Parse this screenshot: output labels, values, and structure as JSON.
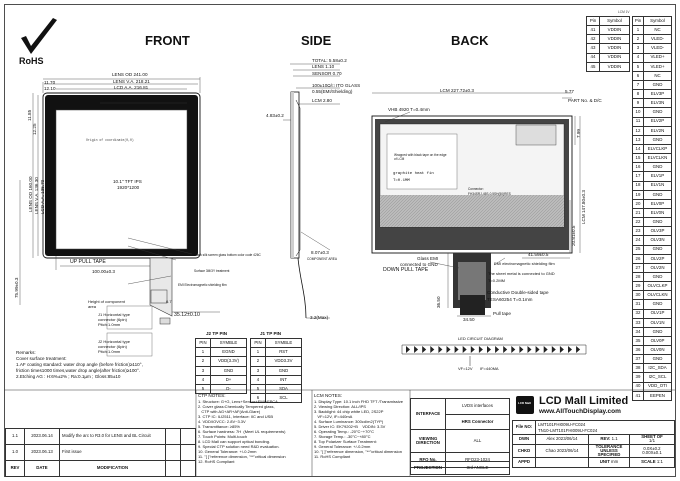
{
  "logo": {
    "text": "RoHS"
  },
  "views": {
    "front": "FRONT",
    "side": "SIDE",
    "back": "BACK"
  },
  "front": {
    "lens_od": "LENS OD 241.00",
    "lens_va": "LENS V.A. 218.21",
    "lcd_aa": "LCD A.A. 216.81",
    "d_11_70": "11.70",
    "d_12_10": "12.10",
    "d_120_51": "120.51",
    "d_11_85": "11.85",
    "d_12_25": "12.25",
    "lens_od_v": "LENS OD 160.00",
    "lens_va_v": "LENS V.A. 136.30",
    "lcd_aa_v": "LCD A.A. 135.70",
    "d_75_99": "75.99±0.3",
    "origin": "Origin of coordinate(0,0)",
    "display_size": "10.1\" TFT IPS",
    "resolution": "1920*1200",
    "ink_note": "Black silk screen glass bottom color code 426C",
    "tape_note": "Surface 3M/3Y treatment",
    "shield_note": "EMI Electromagnetic shielding film",
    "up_pull_tape": "UP PULL TAPE",
    "d_100": "100.00±0.3",
    "comp_height": "Height of component area",
    "comp_height_val": "0.7",
    "fpc1": "J1 Horizontal type connector (6pin) Pitch:1.0mm",
    "fpc2": "J2 Horizontal type connector (6pin) Pitch:1.0mm",
    "d_35": "35.12±0.10"
  },
  "side": {
    "total": "TOTAL: 5.58±0.2",
    "lens": "LENS 1.10",
    "sensor": "SENSOR 0.70",
    "ito": "100±10Ω/□ ITO GLASS",
    "shield": "0.55(EMI/Shielding)",
    "lcm": "LCM 2.80",
    "d_4_83": "4.83±0.2",
    "d_8_07": "8.07±0.3",
    "component": "COMPONENT AREA",
    "d_3_2": "3.2(Max)"
  },
  "back": {
    "lcm": "LCM 227.72±0.3",
    "d_5_77": "5.77",
    "partno": "PART No. & D/C",
    "vhb": "VHB 4920 T=0.4mm",
    "d_7_99": "7.99",
    "d_147": "LCM 147.80±0.3",
    "d_20_81": "20.81±0.5",
    "graphite": "graphite heat fin",
    "graphite_t": "T=0.1MM",
    "conn_note": "Connector:",
    "conn_pn": "FH34SRJ-45S-0.5SH(50)RES",
    "black_tape": "Wrapped with black tape on the edge of LCM",
    "glass_emi": "Glass EMI",
    "connected_gnd": "connected to GND",
    "d_41_59": "41.59±0.5",
    "emi_film": "EMI electromagnetic shielding film",
    "down_pull": "DOWN PULL TAPE",
    "sheet_metal": "The sheet metal is connected to GND",
    "sheet_t": "T=0.2MM",
    "cond_tape": "Conductive Double-sided tape",
    "tesa": "TESA60254 T=0.1mm",
    "d_36_50": "36.50",
    "d_34_50": "34.50",
    "pull_tape": "Pull tape"
  },
  "led": {
    "title": "LED CIRCUIT DIAGRAM",
    "vf": "VF=12V",
    "if": "IF=440MA"
  },
  "j2": {
    "title": "J2 TP PIN",
    "headers": [
      "PIN",
      "SYMBLE"
    ],
    "rows": [
      [
        "1",
        "EGND"
      ],
      [
        "2",
        "VDD(3.3V)"
      ],
      [
        "3",
        "GND"
      ],
      [
        "4",
        "D+"
      ],
      [
        "5",
        "D-"
      ]
    ]
  },
  "j1": {
    "title": "J1 TP PIN",
    "headers": [
      "PIN",
      "SYMBLE"
    ],
    "rows": [
      [
        "1",
        "RST"
      ],
      [
        "2",
        "VDD3.3V"
      ],
      [
        "3",
        "GND"
      ],
      [
        "4",
        "INT"
      ],
      [
        "5",
        "SDA"
      ],
      [
        "6",
        "SCL"
      ]
    ]
  },
  "remarks": {
    "title": "Remarks:",
    "lines": [
      "Cover surface treatment:",
      "1.AF coating standard: water drop angle (before friction)≥110°,",
      "  friction times1000 times,water drop angle(after friction)≥100°.",
      "2.Etching AG : H:6%±2% ; Ra:0.1µm ; Gloss:85±10"
    ]
  },
  "ctp_notes": {
    "title": "CTP NOTES:",
    "lines": [
      "1. Structure: G+G, Lens+Sensor+EMI+FPCA",
      "2. Cover glass:Chemically Tempered glass,",
      "   CTP with AG+AR+AF(Anti-Glare)",
      "3. CTP IC: ILI2511, Interface: IIC and USB",
      "4. VDD/IOVCC: 2.8V~3.3V",
      "5. Transmittance: ≥85%",
      "6. Surface hardness: 7H  (Meet UL requirements)",
      "7. Touch Points: Multi-touch",
      "8. LCD Mall can support optical bonding.",
      "9. Special CTP solution need R&D evaluation.",
      "10. General Tolerance: +/-0.2mm",
      "11. \"[ ]\"reference dimension, \"**\"critical dimension",
      "12. RoHS Compliant"
    ]
  },
  "lcm_notes": {
    "title": "LCM NOTES:",
    "lines": [
      "1. Display Type: 10.1 inch FHD TFT /Transmissive",
      "2. Viewing Direction: ALL/IPS",
      "3. Backlight: 44 chip white LED, 2S22P",
      "   VF=12V, IF=440mA",
      "4. Surface Luminance: 300cd/m2(TYP)",
      "5. Driver IC: EK79202+B    VDDIN: 3.3V",
      "6. Operating Temp.: -20°C~+70°C",
      "7. Storage Temp.: -30°C~+80°C",
      "8. Top Polarizer Surface Treatment:",
      "9. General Tolerance: +/-0.2mm",
      "10. \"[ ]\"reference dimension, \"**\"critical dimension",
      "11. RoHS Compliant"
    ]
  },
  "interface": {
    "label": "INTERFACE",
    "lvds": "LVDS  interfaces",
    "hrs": "HRS Connector",
    "viewing_label": "VIEWING DIRECTION",
    "viewing_val": "ALL",
    "rfq_label": "RFQ No.",
    "rfq_val": "RFQ23-1024",
    "proj_label": "PROJECTION",
    "proj_val": "3rd ANGLE"
  },
  "company": {
    "name": "LCD Mall Limited",
    "url": "www.AllTouchDisplay.com",
    "logo_text": "LCD Mall"
  },
  "titleblock": {
    "file_no_label": "File NO:",
    "file_no": "LMT101FHI009U-FC024",
    "file_no2": "TN10-LMT101FHI009U-FC024",
    "dwn_label": "DWN",
    "dwn_val": "Alex  2023/06/14",
    "chkd_label": "CHKD",
    "chkd_val": "Chao  2023/06/14",
    "appd_label": "APPD",
    "rev_label": "REV:",
    "rev_val": "1.1",
    "sheet_label": "SHEET OF",
    "sheet_val": "1/1",
    "tol_label": "TOLERANCE UNLESS SPECIFIED",
    "tol_val1": "0.0X±0.2",
    "tol_val2": "0.00X±0.1",
    "unit_label": "UNIT",
    "unit_val": "mm",
    "scale_label": "SCALE",
    "scale_val": "1:1"
  },
  "revisions": {
    "rows": [
      [
        "1.1",
        "2023.06.14",
        "Modify the arc to  R3.0 for LENS and BL Circuit",
        "",
        ""
      ],
      [
        "1.0",
        "2023.06.13",
        "First issue",
        "",
        ""
      ],
      [
        "REV",
        "DATE",
        "MODIFICATION",
        "",
        ""
      ]
    ]
  },
  "pinout": {
    "header": "LCM 1V",
    "headers": [
      "Pin",
      "Symbol",
      "Pin",
      "Symbol"
    ],
    "right_rows": [
      [
        "1",
        "NC"
      ],
      [
        "2",
        "VLED-"
      ],
      [
        "3",
        "VLED-"
      ],
      [
        "4",
        "VLED+"
      ],
      [
        "5",
        "VLED+"
      ],
      [
        "6",
        "NC"
      ],
      [
        "7",
        "GND"
      ],
      [
        "8",
        "ELV3P"
      ],
      [
        "9",
        "ELV3N"
      ],
      [
        "10",
        "GND"
      ],
      [
        "11",
        "ELV2P"
      ],
      [
        "12",
        "ELV2N"
      ],
      [
        "13",
        "GND"
      ],
      [
        "14",
        "ELVCLKP"
      ],
      [
        "15",
        "ELVCLKN"
      ],
      [
        "16",
        "GND"
      ],
      [
        "17",
        "ELV1P"
      ],
      [
        "18",
        "ELV1N"
      ],
      [
        "19",
        "GND"
      ],
      [
        "20",
        "ELV0P"
      ],
      [
        "21",
        "ELV0N"
      ],
      [
        "22",
        "GND"
      ],
      [
        "23",
        "OLV3P"
      ],
      [
        "24",
        "OLV3N"
      ],
      [
        "25",
        "GND"
      ],
      [
        "26",
        "OLV2P"
      ],
      [
        "27",
        "OLV2N"
      ],
      [
        "28",
        "GND"
      ],
      [
        "29",
        "OLVCLKP"
      ],
      [
        "30",
        "OLVCLKN"
      ],
      [
        "31",
        "GND"
      ],
      [
        "32",
        "OLV1P"
      ],
      [
        "33",
        "OLV1N"
      ],
      [
        "34",
        "GND"
      ],
      [
        "35",
        "OLV0P"
      ],
      [
        "36",
        "OLV0N"
      ],
      [
        "37",
        "GND"
      ],
      [
        "38",
        "I2C_SDA"
      ],
      [
        "39",
        "I2C_SCL"
      ],
      [
        "40",
        "VDD_OTI"
      ],
      [
        "41",
        "EEPEN"
      ]
    ],
    "left_rows": [
      [
        "41",
        "VDDIN"
      ],
      [
        "42",
        "VDDIN"
      ],
      [
        "43",
        "VDDIN"
      ],
      [
        "44",
        "VDDIN"
      ],
      [
        "45",
        "VDDIN"
      ]
    ]
  }
}
